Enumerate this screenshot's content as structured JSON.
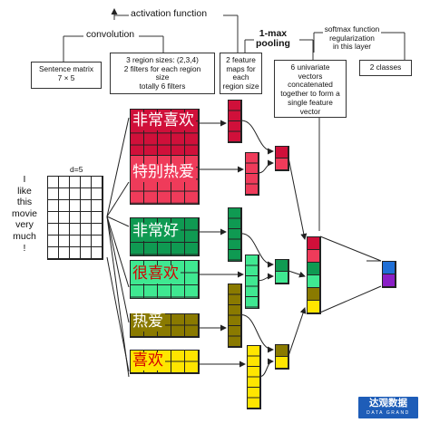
{
  "diagram": {
    "top_labels": {
      "activation_function": "activation function",
      "convolution": "convolution",
      "one_max_pooling": "1-max\npooling"
    },
    "boxes": {
      "sentence_matrix": "Sentence matrix\n7 × 5",
      "region_sizes": "3 region sizes: (2,3,4)\n2 filters for each region\nsize\ntotally 6 filters",
      "feature_maps": "2 feature\nmaps for\neach\nregion size",
      "univariate_vectors": "6 univariate\nvectors\nconcatenated\ntogether to form a\nsingle feature\nvector",
      "softmax": "softmax function\nregularization\nin this layer",
      "classes": "2 classes"
    },
    "sentence": {
      "words": "I\nlike\nthis\nmovie\nvery\nmuch\n!",
      "dim_label": "d=5",
      "rows": 7,
      "cols": 5
    },
    "filters": [
      {
        "text": "非常喜欢",
        "color": "#d0103a",
        "text_color": "#ffffff",
        "rows": 4,
        "cols": 5
      },
      {
        "text": "特别热爱",
        "color": "#ef3b5a",
        "text_color": "#ffffff",
        "rows": 4,
        "cols": 5
      },
      {
        "text": "非常好",
        "color": "#0f9a52",
        "text_color": "#ffffff",
        "rows": 3,
        "cols": 5
      },
      {
        "text": "很喜欢",
        "color": "#3fe891",
        "text_color": "#d40000",
        "rows": 3,
        "cols": 5
      },
      {
        "text": "热爱",
        "color": "#8a7a00",
        "text_color": "#ffffff",
        "rows": 2,
        "cols": 5
      },
      {
        "text": "喜欢",
        "color": "#ffe500",
        "text_color": "#d40000",
        "rows": 2,
        "cols": 5
      }
    ],
    "feature_maps": [
      {
        "color": "#d0103a",
        "cells": 4
      },
      {
        "color": "#ef3b5a",
        "cells": 4
      },
      {
        "color": "#0f9a52",
        "cells": 5
      },
      {
        "color": "#3fe891",
        "cells": 5
      },
      {
        "color": "#8a7a00",
        "cells": 6
      },
      {
        "color": "#ffe500",
        "cells": 6
      }
    ],
    "concat_vector": [
      "#d0103a",
      "#ef3b5a",
      "#0f9a52",
      "#3fe891",
      "#8a7a00",
      "#ffe500"
    ],
    "output_classes": [
      "#1f6fd6",
      "#8a1fc6"
    ],
    "logo": {
      "cn": "达观数据",
      "en": "DATA GRAND"
    }
  }
}
